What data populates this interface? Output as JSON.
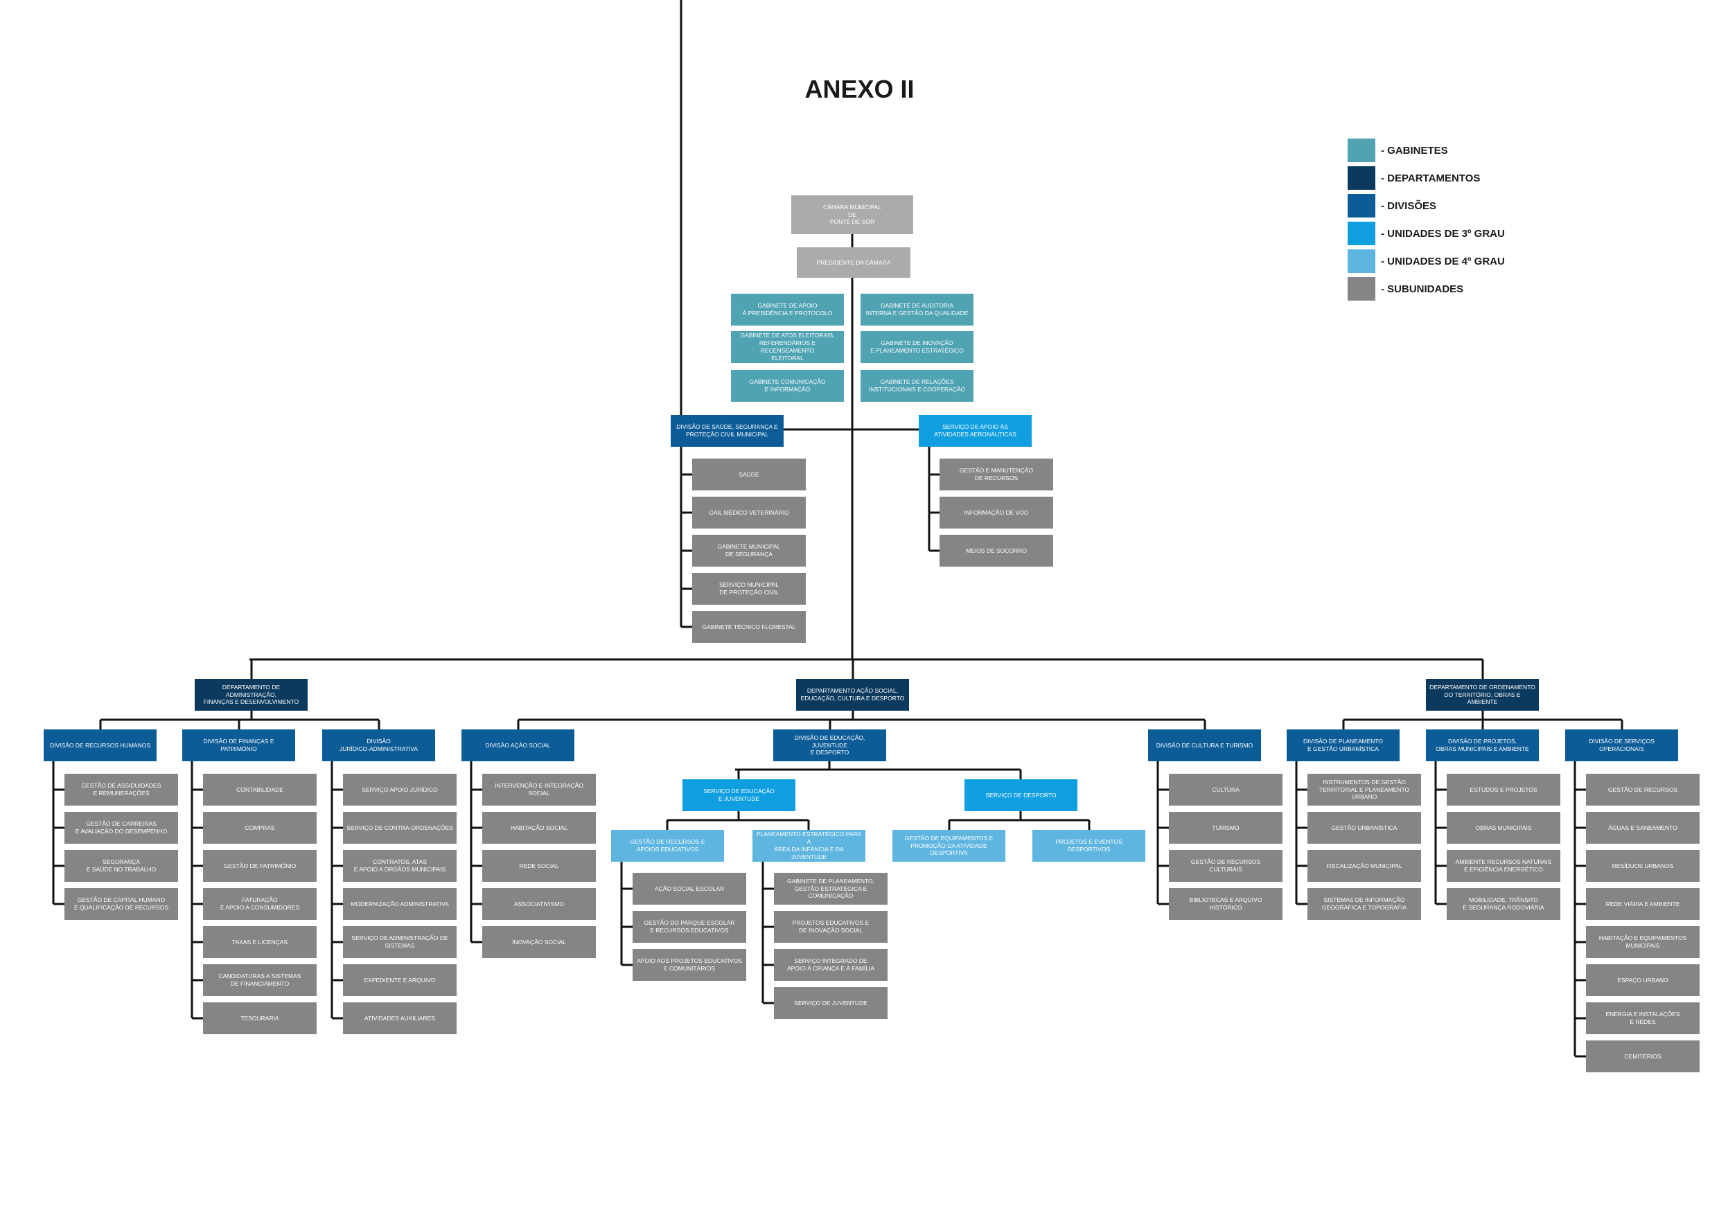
{
  "title": "ANEXO II",
  "colors": {
    "gabinete": "#4FA3B2",
    "departamento": "#0C3A5E",
    "divisao": "#0C5C97",
    "u3": "#0F9EE0",
    "u4": "#5DB5E0",
    "sub": "#858585",
    "top": "#ABABAB",
    "line": "#111111"
  },
  "legend": [
    {
      "color": "#4FA3B2",
      "label": "- GABINETES"
    },
    {
      "color": "#0C3A5E",
      "label": "- DEPARTAMENTOS"
    },
    {
      "color": "#0C5C97",
      "label": "- DIVISÕES"
    },
    {
      "color": "#0F9EE0",
      "label": "- UNIDADES DE 3º GRAU"
    },
    {
      "color": "#5DB5E0",
      "label": "- UNIDADES DE 4º GRAU"
    },
    {
      "color": "#858585",
      "label": "- SUBUNIDADES"
    }
  ],
  "top": {
    "camara": "CÂMARA MUNICIPAL\nDE\nPONTE DE SOR",
    "presidente": "PRESIDENTE DA CÂMARA"
  },
  "gabinetes_left": [
    "GABINETE DE APOIO\nÀ PRESIDÊNCIA E PROTOCOLO",
    "GABINETE DE ATOS ELEITORAIS,\nREFERENDÁRIOS E RECENSEAMENTO\nELEITORAL",
    "GABINETE COMUNICAÇÃO\nE INFORMAÇÃO"
  ],
  "gabinetes_right": [
    "GABINETE DE AUDITORIA\nINTERNA E GESTÃO DA QUALIDADE",
    "GABINETE DE INOVAÇÃO\nE PLANEAMENTO ESTRATÉGICO",
    "GABINETE  DE  RELAÇÕES\nINSTITUCIONAIS E COOPERAÇÃO"
  ],
  "div_saude": {
    "label": "DIVISÃO DE SAÚDE, SEGURANÇA E\nPROTEÇÃO CIVIL MUNICIPAL",
    "subs": [
      "SAÚDE",
      "GAIL MÉDICO VETERINÁRIO",
      "GABINETE MUNICIPAL\nDE SEGURANÇA",
      "SERVIÇO MUNICIPAL\nDE PROTEÇÃO CIVIL",
      "GABINETE TÉCNICO FLORESTAL"
    ]
  },
  "serv_aero": {
    "label": "SERVIÇO DE APOIO ÀS\nATIVIDADES AERONÁUTICAS",
    "subs": [
      "GESTÃO E MANUTENÇÃO\nDE RECURSOS",
      "INFORMAÇÃO DE VOO",
      "MEIOS DE SOCORRO"
    ]
  },
  "departments": [
    "DEPARTAMENTO DE ADMINISTRAÇÃO,\nFINANÇAS E DESENVOLVIMENTO",
    "DEPARTAMENTO AÇÃO SOCIAL,\nEDUCAÇÃO, CULTURA E DESPORTO",
    "DEPARTAMENTO DE ORDENAMENTO\nDO TERRITÓRIO, OBRAS E AMBIENTE"
  ],
  "divisions": [
    {
      "label": "DIVISÃO DE RECURSOS HUMANOS",
      "subs": [
        "GESTÃO DE ASSIDUIDADES\nE REMUNERAÇÕES",
        "GESTÃO DE CARREIRAS\nE AVALIAÇÃO  DO DESEMPENHO",
        "SEGURANÇA\nE SAÚDE NO TRABALHO",
        "GESTÃO DE CAPITAL HUMANO\nE QUALIFICAÇÃO DE RECURSOS"
      ]
    },
    {
      "label": "DIVISÃO DE FINANÇAS E PATRIMÓNIO",
      "subs": [
        "CONTABILIDADE",
        "COMPRAS",
        "GESTÃO DE PATRIMÓNIO",
        "FATURAÇÃO\nE APOIO A CONSUMIDORES",
        "TAXAS E LICENÇAS",
        "CANDIDATURAS A SISTEMAS\nDE FINANCIAMENTO",
        "TESOURARIA"
      ]
    },
    {
      "label": "DIVISÃO\nJURÍDICO-ADMINISTRATIVA",
      "subs": [
        "SERVIÇO APOIO JURÍDICO",
        "SERVIÇO DE CONTRA-ORDENAÇÕES",
        "CONTRATOS, ATAS\nE APOIO A ÓRGÃOS MUNICIPAIS",
        "MODERNIZAÇÃO ADMINISTRATIVA",
        "SERVIÇO DE ADMINISTRAÇÃO DE\nSISTEMAS",
        "EXPEDIENTE E ARQUIVO",
        "ATIVIDADES AUXILIARES"
      ]
    },
    {
      "label": "DIVISÃO AÇÃO SOCIAL",
      "subs": [
        "INTERVENÇÃO E INTEGRAÇÃO\nSOCIAL",
        "HABITAÇÃO SOCIAL",
        "REDE SOCIAL",
        "ASSOCIATIVISMO",
        "INOVAÇÃO SOCIAL"
      ]
    },
    {
      "label": "DIVISÃO DE EDUCAÇÃO, JUVENTUDE\nE DESPORTO",
      "subs": []
    },
    {
      "label": "DIVISÃO DE CULTURA E TURISMO",
      "subs": [
        "CULTURA",
        "TURISMO",
        "GESTÃO DE RECURSOS\nCULTURAIS",
        "BIBLIOTECAS E ARQUIVO\nHISTÓRICO"
      ]
    },
    {
      "label": "DIVISÃO DE PLANEAMENTO\nE GESTÃO URBANÍSTICA",
      "subs": [
        "INSTRUMENTOS DE GESTÃO\nTERRITORIAL E PLANEAMENTO\nURBANO",
        "GESTÃO URBANÍSTICA",
        "FISCALIZAÇÃO MUNICIPAL",
        "SISTEMAS DE INFORMAÇÃO\nGEOGRÁFICA E TOPOGRAFIA"
      ]
    },
    {
      "label": "DIVISÃO DE PROJETOS,\nOBRAS MUNICIPAIS E AMBIENTE",
      "subs": [
        "ESTUDOS E PROJETOS",
        "OBRAS MUNICIPAIS",
        "AMBIENTE RECURSOS NATURAIS\nE EFICIÊNCIA ENERGÉTICO",
        "MOBILIDADE, TRÂNSITO\nE SEGURANÇA RODOVIÁRIA"
      ]
    },
    {
      "label": "DIVISÃO DE SERVIÇOS\nOPERACIONAIS",
      "subs": [
        "GESTÃO DE RECURSOS",
        "ÁGUAS E SANEAMENTO",
        "RESÍDUOS URBANOS",
        "REDE VIÁRIA E AMBIENTE",
        "HABITAÇÃO E EQUIPAMENTOS\nMUNICIPAIS",
        "ESPAÇO URBANO",
        "ENERGIA E INSTALAÇÕES\nE REDES",
        "CEMITÉRIOS"
      ]
    }
  ],
  "educacao": {
    "serv_educacao": "SERVIÇO DE EDUCAÇÃO\nE JUVENTUDE",
    "serv_desporto": "SERVIÇO DE DESPORTO",
    "gest_recursos": {
      "label": "GESTÃO DE RECURSOS E\nAPOIOS EDUCATIVOS",
      "subs": [
        "AÇÃO SOCIAL ESCOLAR",
        "GESTÃO DO PARQUE ESCOLAR\nE RECURSOS EDUCATIVOS",
        "APOIO AOS PROJETOS EDUCATIVOS\nE COMUNITÁRIOS"
      ]
    },
    "planeamento": {
      "label": "PLANEAMENTO ESTRATÉGICO PARA A\nÁREA DA INFÂNCIA E DA JUVENTUDE",
      "subs": [
        "GABINETE DE PLANEAMENTO,\nGESTÃO ESTRATÉGICA E COMUNICAÇÃO",
        "PROJETOS EDUCATIVOS E\nDE INOVAÇÃO SOCIAL",
        "SERVIÇO INTEGRADO DE\nAPOIO À CRIANÇA E À FAMÍLIA",
        "SERVIÇO DE JUVENTUDE"
      ]
    },
    "equipamentos": "GESTÃO DE EQUIPAMENTOS E\nPROMOÇÃO DA ATIVIDADE\nDESPORTIVA",
    "eventos": "PROJETOS E EVENTOS\nDESPORTIVOS"
  }
}
